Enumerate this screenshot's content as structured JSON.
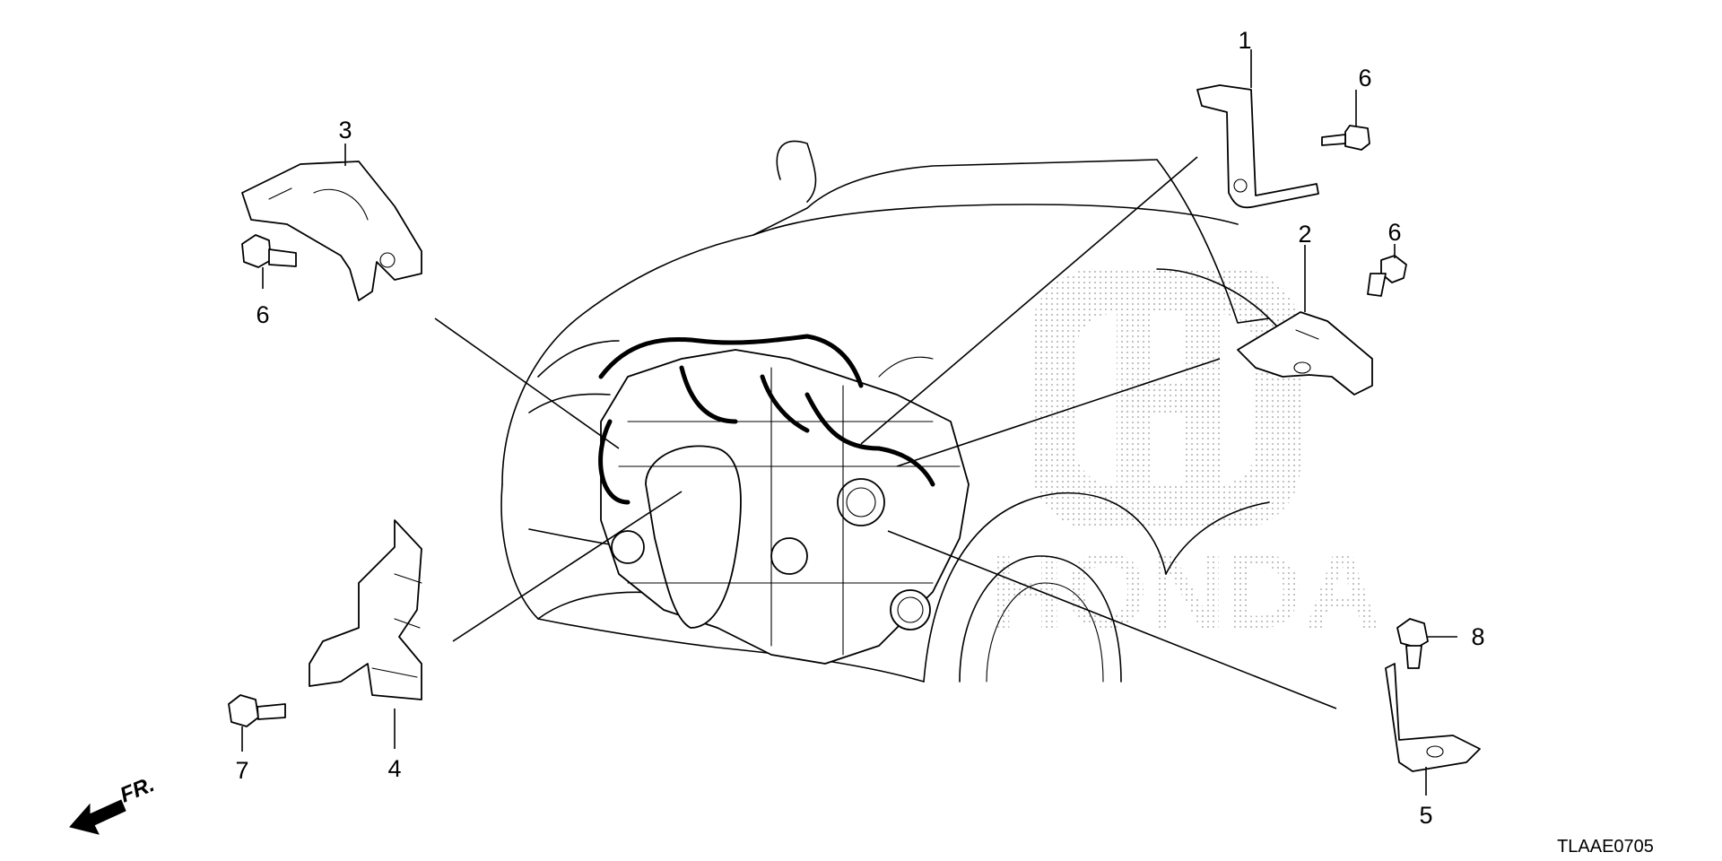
{
  "parts": [
    {
      "id": "p1",
      "label": "1"
    },
    {
      "id": "p2",
      "label": "2"
    },
    {
      "id": "p3",
      "label": "3"
    },
    {
      "id": "p4",
      "label": "4"
    },
    {
      "id": "p5",
      "label": "5"
    },
    {
      "id": "p6a",
      "label": "6"
    },
    {
      "id": "p6b",
      "label": "6"
    },
    {
      "id": "p6c",
      "label": "6"
    },
    {
      "id": "p7",
      "label": "7"
    },
    {
      "id": "p8",
      "label": "8"
    }
  ],
  "direction_label": "FR.",
  "diagram_code": "TLAAE0705",
  "watermark": "HONDA",
  "colors": {
    "line": "#000000",
    "background": "#ffffff",
    "watermark_dots": "#c8c8c8"
  }
}
